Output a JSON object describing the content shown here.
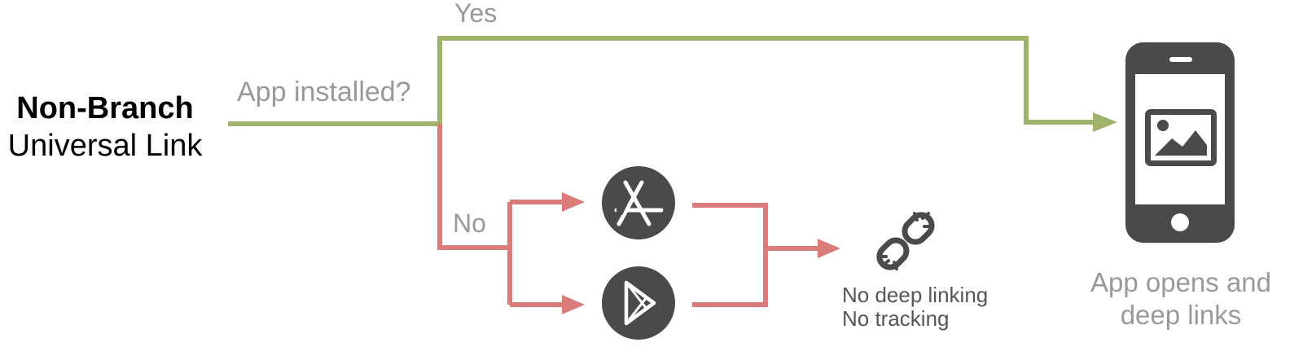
{
  "title": {
    "bold": "Non-Branch",
    "sub": "Universal Link"
  },
  "question": "App installed?",
  "branch_yes": "Yes",
  "branch_no": "No",
  "fail_result": {
    "line1": "No deep linking",
    "line2": "No tracking"
  },
  "success_result": {
    "line1": "App opens and",
    "line2": "deep links"
  },
  "icons": {
    "app_store": "app-store-icon",
    "play_store": "google-play-icon",
    "broken_link": "broken-link-icon",
    "phone": "smartphone-icon",
    "image": "image-icon"
  },
  "colors": {
    "yes_path": "#9fb36a",
    "no_path": "#d97c7a",
    "icon_dark": "#4a4a4a",
    "label_gray": "#999999"
  }
}
